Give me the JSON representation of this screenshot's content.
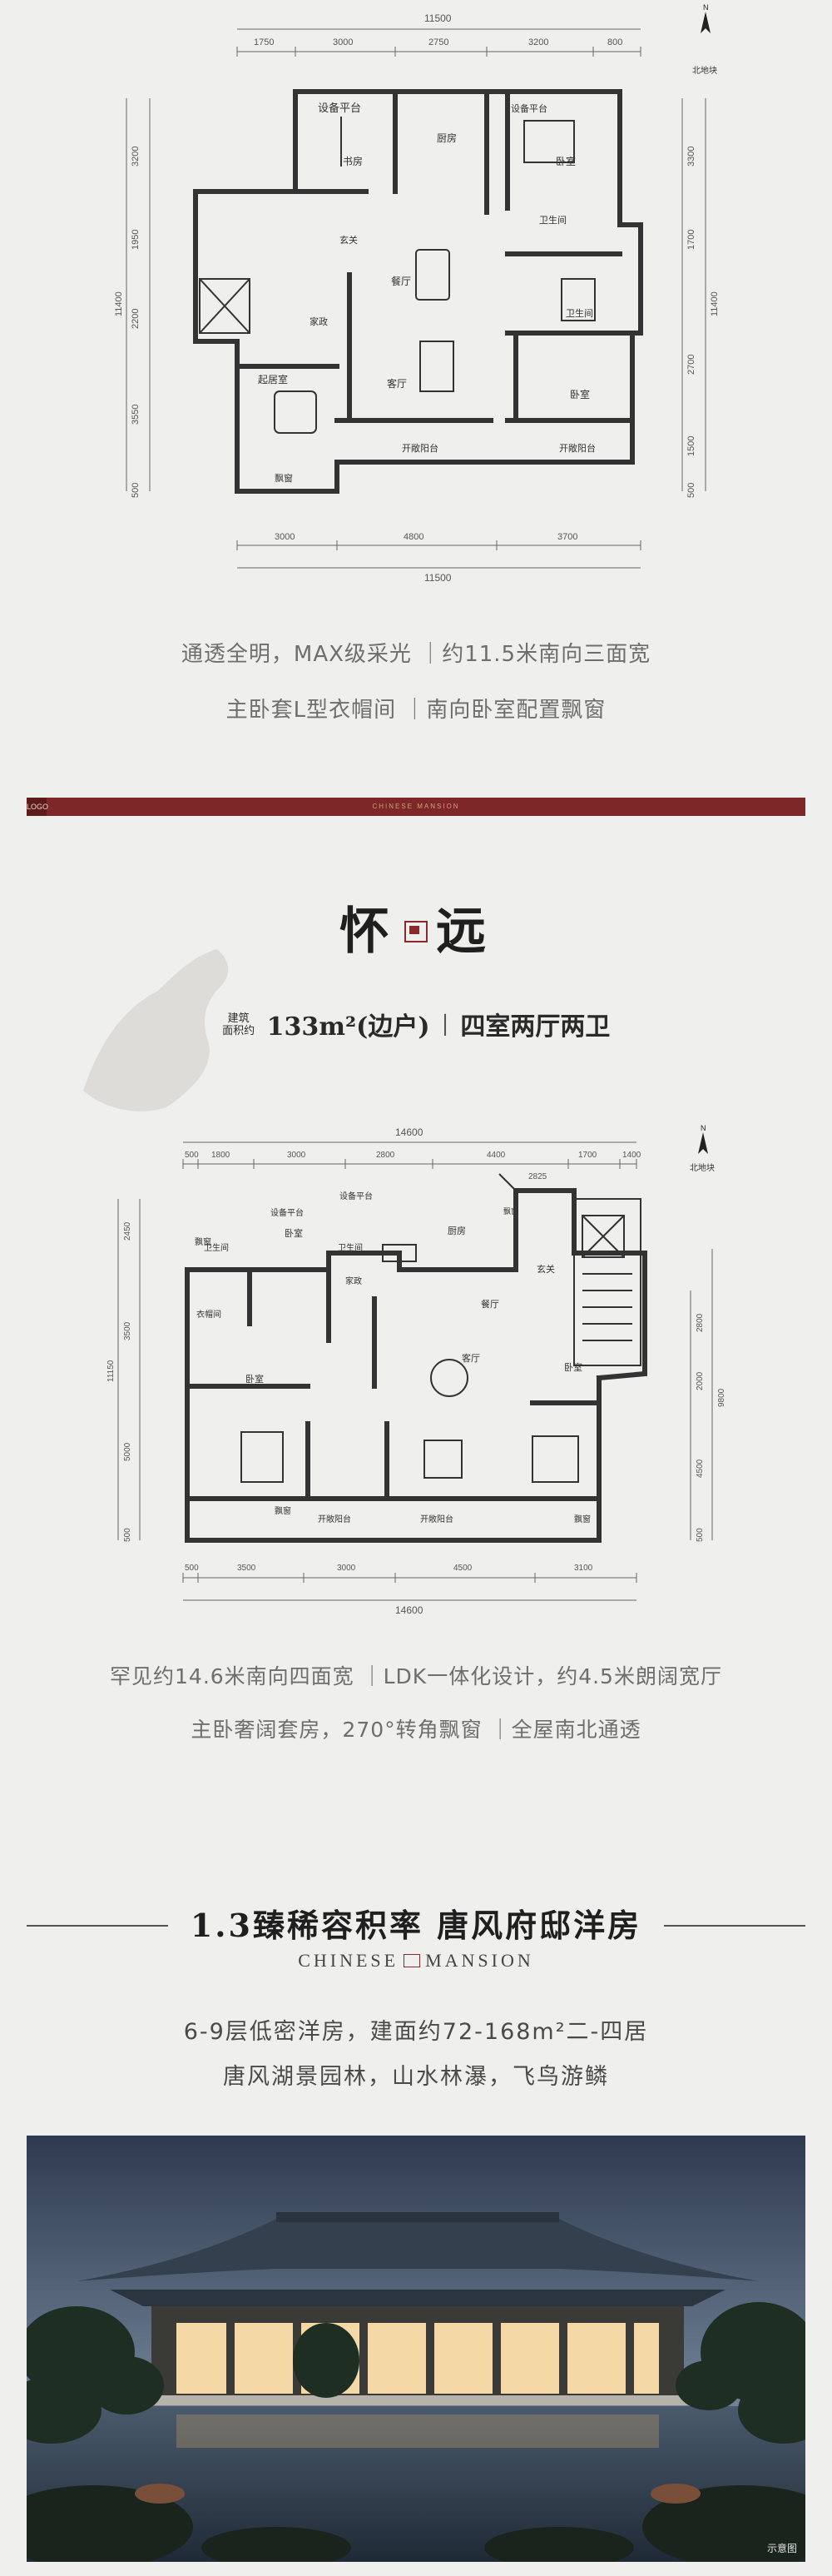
{
  "plan1": {
    "top_dims": [
      "11500",
      "1750",
      "3000",
      "2750",
      "3200",
      "800"
    ],
    "bottom_dims": [
      "3000",
      "4800",
      "3700",
      "11500"
    ],
    "left_dims": [
      "3200",
      "1950",
      "2200",
      "3550",
      "500",
      "11400"
    ],
    "right_dims": [
      "3300",
      "1700",
      "2700",
      "1500",
      "500",
      "11400"
    ],
    "rooms": {
      "equip1": "设备平台",
      "equip2": "设备平台",
      "study": "书房",
      "kitchen": "厨房",
      "bedroom_ne": "卧室",
      "entry": "玄关",
      "dining": "餐厅",
      "bath1": "卫生间",
      "bath2": "卫生间",
      "housekeeping": "家政",
      "living": "客厅",
      "lounge": "起居室",
      "bedroom_se": "卧室",
      "balcony1": "开敞阳台",
      "balcony2": "开敞阳台",
      "bay": "飘窗"
    },
    "compass": "北地块"
  },
  "caption1": "通透全明，MAX级采光 ｜约11.5米南向三面宽",
  "caption2": "主卧套L型衣帽间 ｜南向卧室配置飘窗",
  "band": {
    "tag": "LOGO",
    "text": "CHINESE MANSION"
  },
  "title": {
    "left": "怀",
    "right": "远"
  },
  "spec": {
    "label_line1": "建筑",
    "label_line2": "面积约",
    "area": "133m²(边户)",
    "separator": "|",
    "rooms": "四室两厅两卫"
  },
  "plan2": {
    "top_dims": [
      "14600",
      "500",
      "1800",
      "3000",
      "2800",
      "4400",
      "1700",
      "1400",
      "2825"
    ],
    "bottom_dims": [
      "500",
      "3500",
      "3000",
      "4500",
      "3100",
      "14600"
    ],
    "left_dims": [
      "2450",
      "3500",
      "11150",
      "5000",
      "500"
    ],
    "right_dims": [
      "2800",
      "2000",
      "4500",
      "9800",
      "500"
    ],
    "rooms": {
      "equip1": "设备平台",
      "equip2": "设备平台",
      "bath1": "卫生间",
      "bath2": "卫生间",
      "bedroom1": "卧室",
      "kitchen": "厨房",
      "entry": "玄关",
      "housekeeping": "家政",
      "dining": "餐厅",
      "closet": "衣帽间",
      "bedroom2": "卧室",
      "living": "客厅",
      "bedroom3": "卧室",
      "bay1": "飘窗",
      "bay2": "飘窗",
      "bay3": "飘窗",
      "balcony1": "开敞阳台",
      "balcony2": "开敞阳台",
      "bay_side": "飘窗"
    },
    "compass": "北地块"
  },
  "caption3": "罕见约14.6米南向四面宽 ｜LDK一体化设计，约4.5米朗阔宽厅",
  "caption4": "主卧奢阔套房，270°转角飘窗 ｜全屋南北通透",
  "headline": "1.3臻稀容积率 唐风府邸洋房",
  "mansion": {
    "left": "CHINESE",
    "right": "MANSION"
  },
  "desc1": "6-9层低密洋房，建面约72-168m²二-四居",
  "desc2": "唐风湖景园林，山水林瀑，飞鸟游鳞",
  "photo_note": "示意图",
  "colors": {
    "background": "#efefed",
    "band": "#7d2728",
    "accent": "#8a2a2a",
    "wall": "#333333"
  }
}
